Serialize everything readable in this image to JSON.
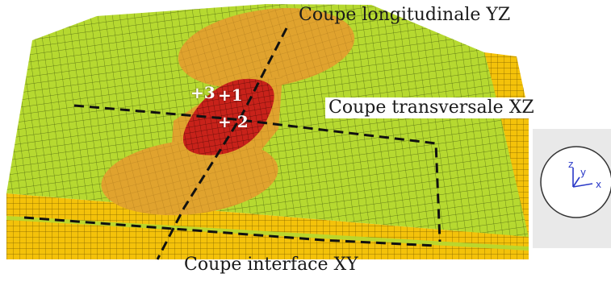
{
  "labels": {
    "cut_yz": "Coupe longitudinale YZ",
    "cut_xz": "Coupe transversale XZ",
    "cut_xy": "Coupe interface XY"
  },
  "points": {
    "p1": "+1",
    "p2": "+ 2",
    "p3": "+3"
  },
  "axis_triad": {
    "x": "x",
    "y": "y",
    "z": "z"
  },
  "colors": {
    "mesh_green": "#b6d930",
    "mesh_yellow": "#f4c20a",
    "zone_orange": "#e0a32e",
    "zone_red": "#c8221a",
    "cut_line": "#111111",
    "triad_blue": "#2a39c8"
  }
}
